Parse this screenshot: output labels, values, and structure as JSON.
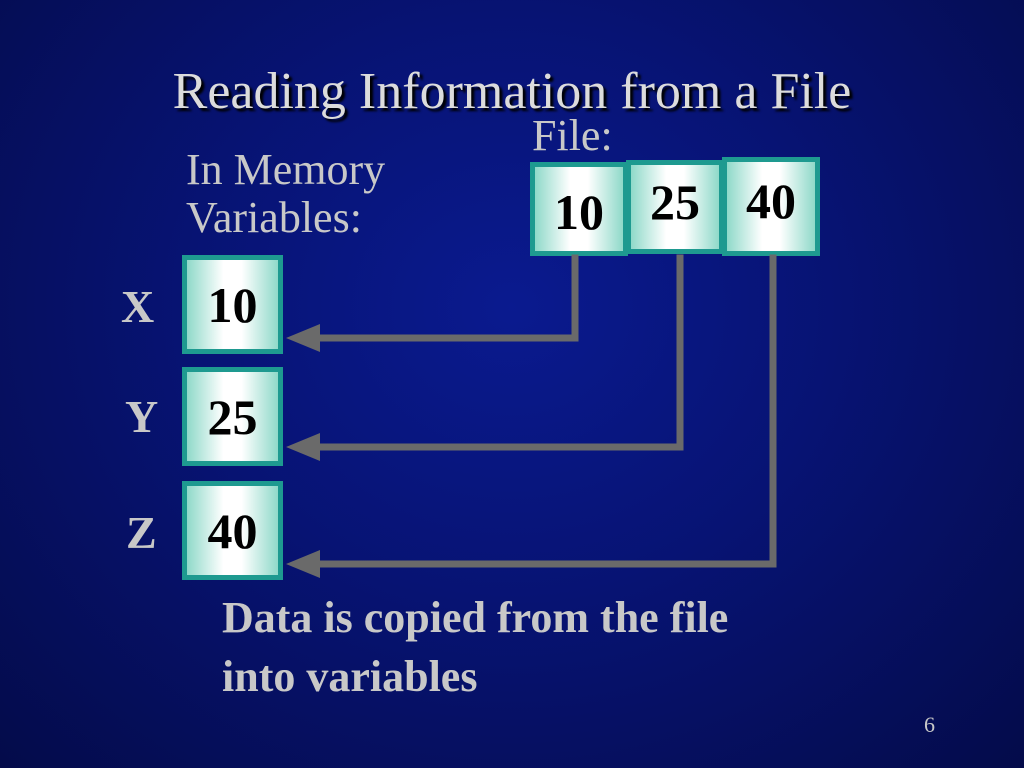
{
  "slide": {
    "title": "Reading Information from a File",
    "memory_label": "In Memory Variables:",
    "file_label": "File:",
    "caption_line1": "Data is copied from the file",
    "caption_line2": "into variables",
    "page_number": "6"
  },
  "file_cells": [
    {
      "value": "10"
    },
    {
      "value": "25"
    },
    {
      "value": "40"
    }
  ],
  "variables": [
    {
      "name": "X",
      "value": "10"
    },
    {
      "name": "Y",
      "value": "25"
    },
    {
      "name": "Z",
      "value": "40"
    }
  ],
  "colors": {
    "background": "#071373",
    "cell_border": "#1e9a90",
    "arrow": "#6a6a6a",
    "text": "#c8c8c8"
  }
}
